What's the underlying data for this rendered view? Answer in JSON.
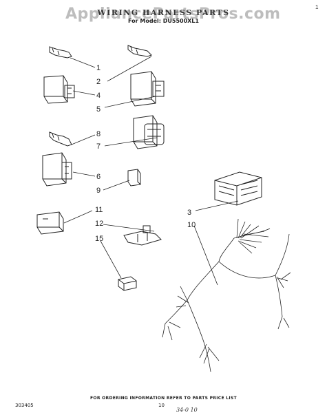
{
  "header": {
    "watermark": "AppliancePartsPros.com",
    "title": "WIRING HARNESS PARTS",
    "subtitle": "For Model: DU5500XL1",
    "corner_mark": "1"
  },
  "callouts": [
    "1",
    "2",
    "3",
    "4",
    "5",
    "6",
    "7",
    "8",
    "9",
    "10",
    "11",
    "12",
    "15"
  ],
  "footer": {
    "ordering_note": "FOR ORDERING INFORMATION REFER TO PARTS PRICE LIST",
    "doc_number": "303405",
    "page_number": "10",
    "handwritten_note": "34-0 10"
  }
}
